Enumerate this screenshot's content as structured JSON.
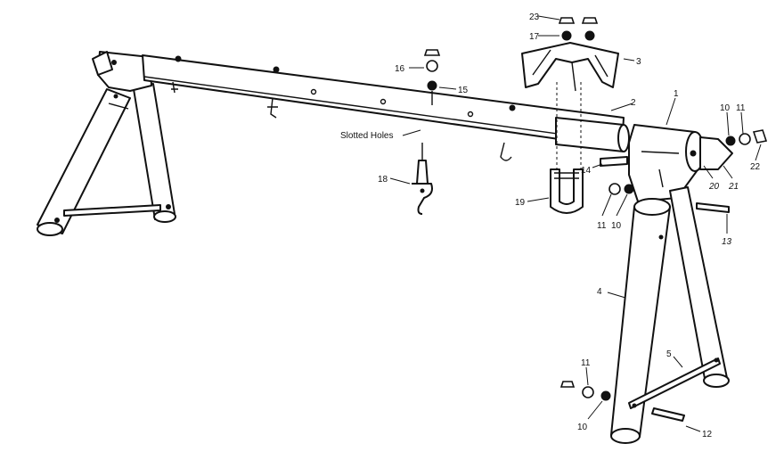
{
  "labels": {
    "p1": "1",
    "p2": "2",
    "p3": "3",
    "p4": "4",
    "p5": "5",
    "p10a": "10",
    "p10b": "10",
    "p10c": "10",
    "p11a": "11",
    "p11b": "11",
    "p11c": "11",
    "p12": "12",
    "p13": "13",
    "p14": "14",
    "p15": "15",
    "p16": "16",
    "p17": "17",
    "p18": "18",
    "p19": "19",
    "p20": "20",
    "p21": "21",
    "p22": "22",
    "p23": "23",
    "slotted_holes": "Slotted Holes"
  },
  "colors": {
    "line": "#111111",
    "paper": "#ffffff"
  }
}
